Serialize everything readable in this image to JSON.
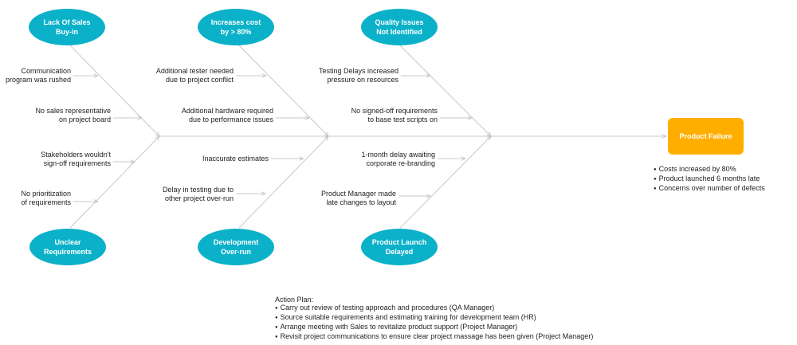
{
  "diagram": {
    "effect": "Product Failure",
    "categories": [
      {
        "label": "Lack Of Sales\nBuy-in"
      },
      {
        "label": "Increases cost\nby > 80%"
      },
      {
        "label": "Quality Issues\nNot Identified"
      },
      {
        "label": "Unclear\nRequirements"
      },
      {
        "label": "Development\nOver-run"
      },
      {
        "label": "Product Launch\nDelayed"
      }
    ],
    "causes": [
      "Communication\nprogram was rushed",
      "No sales representative\non project board",
      "Additional tester needed\ndue to project conflict",
      "Additional hardware required\ndue to performance issues",
      "Testing Delays increased\npressure on resources",
      "No signed-off requirements\nto base test scripts on",
      "Stakeholders wouldn't\nsign-off requirements",
      "No prioritization\nof requirements",
      "Inaccurate estimates",
      "Delay in testing due to\nother project over-run",
      "1-month delay awaiting\ncorporate re-branding",
      "Product Manager made\nlate changes to layout"
    ],
    "outcomes": [
      "Costs increased by 80%",
      "Product launched 6 months late",
      "Concerns over number of defects"
    ],
    "action_plan": {
      "title": "Action Plan:",
      "items": [
        "Carry out review of testing approach and procedures (QA Manager)",
        "Source suitable requirements and estimating training for development team (HR)",
        "Arrange meeting with Sales to revitalize product support (Project Manager)",
        "Revisit project communications to ensure clear project massage has been given (Project Manager)"
      ]
    }
  },
  "colors": {
    "category_fill": "#0bb1c9",
    "effect_fill": "#ffae00",
    "line": "#c8c8c8"
  }
}
